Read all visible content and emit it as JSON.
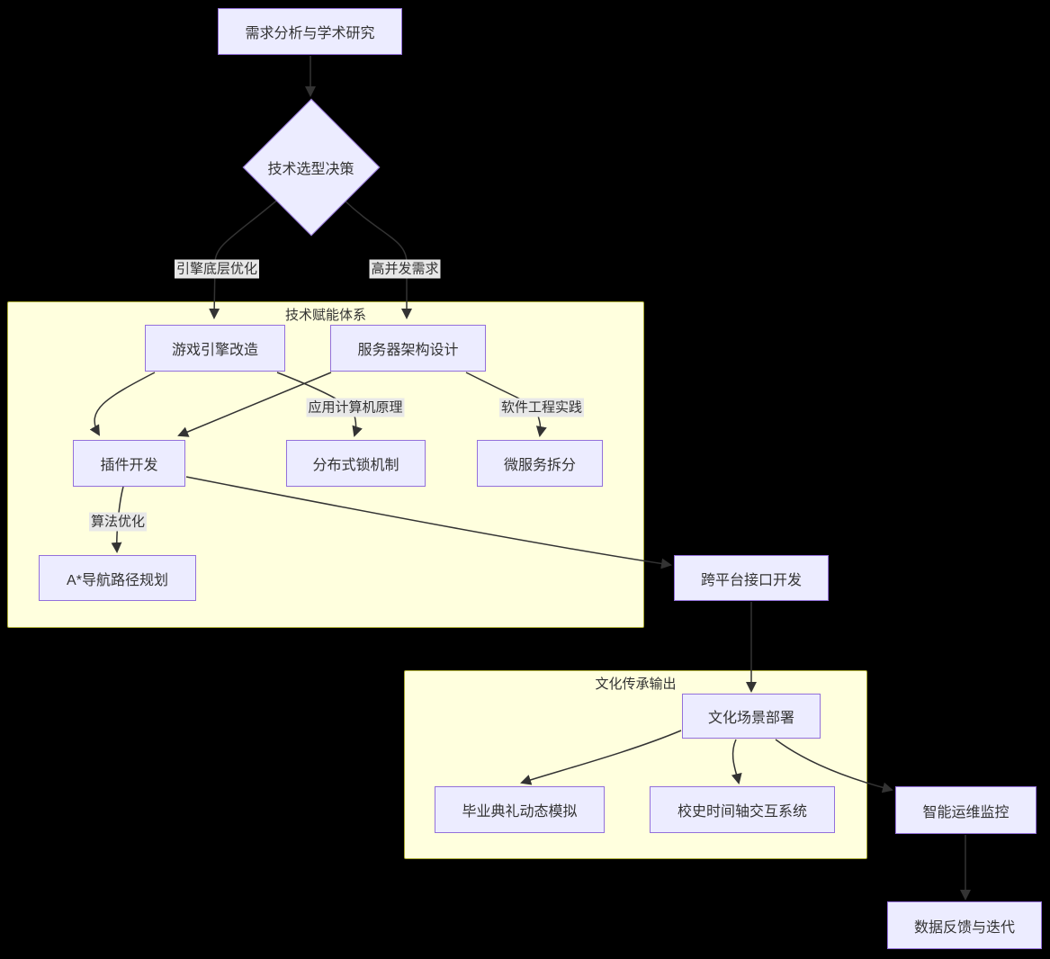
{
  "diagram": {
    "type": "flowchart",
    "background": "#000000"
  },
  "colors": {
    "node_fill": "#ECECFF",
    "node_border": "#9370DB",
    "cluster_fill": "#FFFFDE",
    "cluster_border": "#AAAA33",
    "edge_color": "#333333",
    "edge_label_bg": "#E8E8E8",
    "text_color": "#333333"
  },
  "clusters": [
    {
      "title": "技术赋能体系"
    },
    {
      "title": "文化传承输出"
    }
  ],
  "nodes": [
    {
      "label": "需求分析与学术研究",
      "shape": "rect"
    },
    {
      "label": "技术选型决策",
      "shape": "diamond"
    },
    {
      "label": "游戏引擎改造",
      "shape": "rect"
    },
    {
      "label": "服务器架构设计",
      "shape": "rect"
    },
    {
      "label": "插件开发",
      "shape": "rect"
    },
    {
      "label": "分布式锁机制",
      "shape": "rect"
    },
    {
      "label": "微服务拆分",
      "shape": "rect"
    },
    {
      "label": "A*导航路径规划",
      "shape": "rect"
    },
    {
      "label": "跨平台接口开发",
      "shape": "rect"
    },
    {
      "label": "文化场景部署",
      "shape": "rect"
    },
    {
      "label": "毕业典礼动态模拟",
      "shape": "rect"
    },
    {
      "label": "校史时间轴交互系统",
      "shape": "rect"
    },
    {
      "label": "智能运维监控",
      "shape": "rect"
    },
    {
      "label": "数据反馈与迭代",
      "shape": "rect"
    }
  ],
  "edge_labels": [
    {
      "label": "引擎底层优化"
    },
    {
      "label": "高并发需求"
    },
    {
      "label": "应用计算机原理"
    },
    {
      "label": "软件工程实践"
    },
    {
      "label": "算法优化"
    }
  ],
  "edges": [
    {
      "from": "需求分析与学术研究",
      "to": "技术选型决策",
      "label": ""
    },
    {
      "from": "技术选型决策",
      "to": "游戏引擎改造",
      "label": "引擎底层优化"
    },
    {
      "from": "技术选型决策",
      "to": "服务器架构设计",
      "label": "高并发需求"
    },
    {
      "from": "游戏引擎改造",
      "to": "插件开发",
      "label": ""
    },
    {
      "from": "游戏引擎改造",
      "to": "分布式锁机制",
      "label": "应用计算机原理"
    },
    {
      "from": "服务器架构设计",
      "to": "插件开发",
      "label": ""
    },
    {
      "from": "服务器架构设计",
      "to": "微服务拆分",
      "label": "软件工程实践"
    },
    {
      "from": "插件开发",
      "to": "A*导航路径规划",
      "label": "算法优化"
    },
    {
      "from": "插件开发",
      "to": "跨平台接口开发",
      "label": ""
    },
    {
      "from": "跨平台接口开发",
      "to": "文化场景部署",
      "label": ""
    },
    {
      "from": "文化场景部署",
      "to": "毕业典礼动态模拟",
      "label": ""
    },
    {
      "from": "文化场景部署",
      "to": "校史时间轴交互系统",
      "label": ""
    },
    {
      "from": "文化场景部署",
      "to": "智能运维监控",
      "label": ""
    },
    {
      "from": "智能运维监控",
      "to": "数据反馈与迭代",
      "label": ""
    }
  ]
}
